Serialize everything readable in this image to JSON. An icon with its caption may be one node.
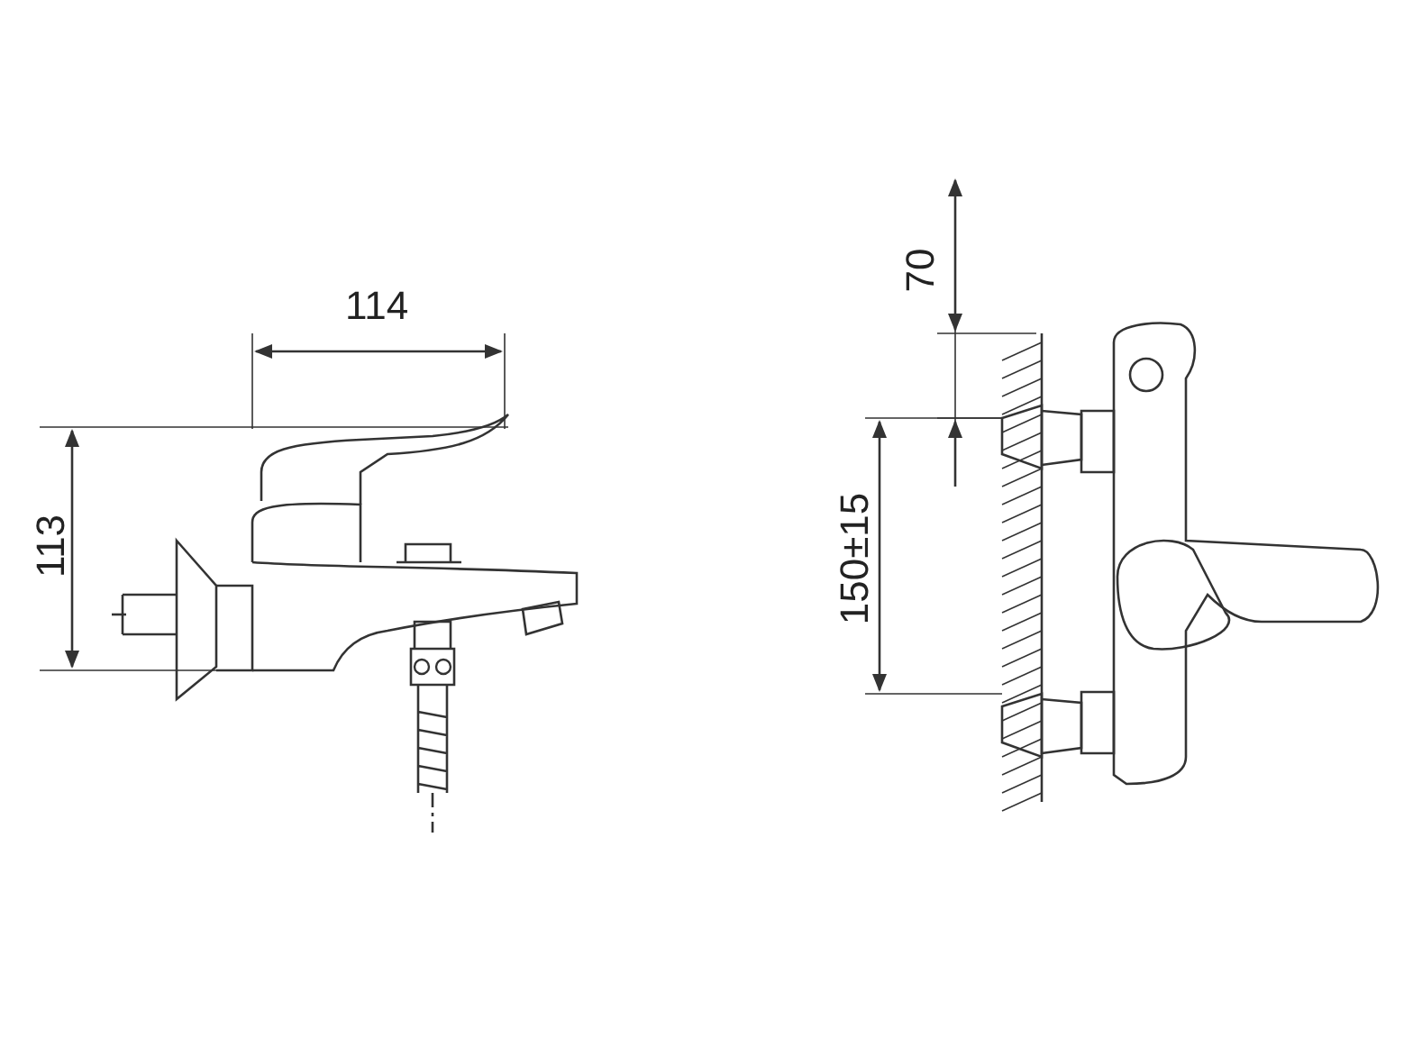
{
  "diagram": {
    "labels": [
      "114",
      "113",
      "70",
      "150±15"
    ]
  }
}
